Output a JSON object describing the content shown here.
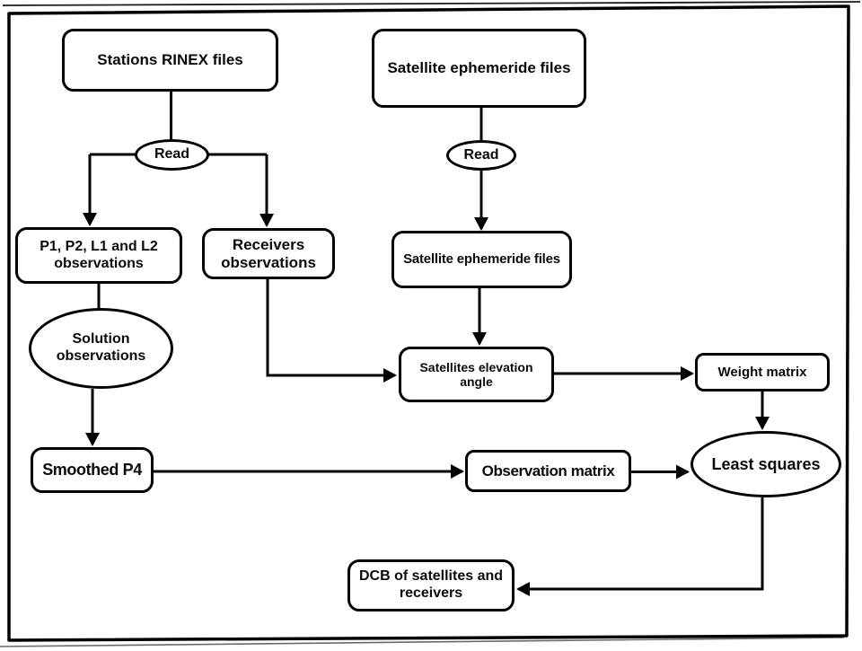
{
  "diagram": {
    "type": "flowchart",
    "colors": {
      "stroke": "#000000",
      "background": "#ffffff",
      "text": "#0a0a0a"
    },
    "nodes": {
      "stations_rinex": {
        "label": "Stations RINEX files",
        "shape": "rounded-box"
      },
      "satellite_eph_files_top": {
        "label": "Satellite ephemeride files",
        "shape": "rounded-box"
      },
      "read_left": {
        "label": "Read",
        "shape": "ellipse"
      },
      "read_right": {
        "label": "Read",
        "shape": "ellipse"
      },
      "p1p2_observations": {
        "label": "P1, P2, L1 and L2 observations",
        "shape": "rounded-box"
      },
      "receivers_observations": {
        "label": "Receivers observations",
        "shape": "rounded-box"
      },
      "satellite_eph_files_mid": {
        "label": "Satellite ephemeride files",
        "shape": "rounded-box"
      },
      "solution_observations": {
        "label": "Solution observations",
        "shape": "ellipse"
      },
      "satellites_elevation_angle": {
        "label": "Satellites elevation angle",
        "shape": "rounded-box"
      },
      "weight_matrix": {
        "label": "Weight matrix",
        "shape": "rounded-box"
      },
      "smoothed_p4": {
        "label": "Smoothed P4",
        "shape": "rounded-box"
      },
      "observation_matrix": {
        "label": "Observation matrix",
        "shape": "rounded-box"
      },
      "least_squares": {
        "label": "Least squares",
        "shape": "ellipse"
      },
      "dcb_output": {
        "label": "DCB of satellites and receivers",
        "shape": "rounded-box"
      }
    },
    "edges": [
      {
        "from": "stations_rinex",
        "to": "read_left",
        "arrow": false
      },
      {
        "from": "read_left",
        "to": "p1p2_observations",
        "arrow": true
      },
      {
        "from": "read_left",
        "to": "receivers_observations",
        "arrow": true
      },
      {
        "from": "satellite_eph_files_top",
        "to": "read_right",
        "arrow": false
      },
      {
        "from": "read_right",
        "to": "satellite_eph_files_mid",
        "arrow": true
      },
      {
        "from": "p1p2_observations",
        "to": "solution_observations",
        "arrow": false
      },
      {
        "from": "solution_observations",
        "to": "smoothed_p4",
        "arrow": true
      },
      {
        "from": "receivers_observations",
        "to": "satellites_elevation_angle",
        "arrow": true
      },
      {
        "from": "satellite_eph_files_mid",
        "to": "satellites_elevation_angle",
        "arrow": true
      },
      {
        "from": "satellites_elevation_angle",
        "to": "weight_matrix",
        "arrow": true
      },
      {
        "from": "weight_matrix",
        "to": "least_squares",
        "arrow": true
      },
      {
        "from": "smoothed_p4",
        "to": "observation_matrix",
        "arrow": true
      },
      {
        "from": "observation_matrix",
        "to": "least_squares",
        "arrow": true
      },
      {
        "from": "least_squares",
        "to": "dcb_output",
        "arrow": true
      }
    ]
  }
}
